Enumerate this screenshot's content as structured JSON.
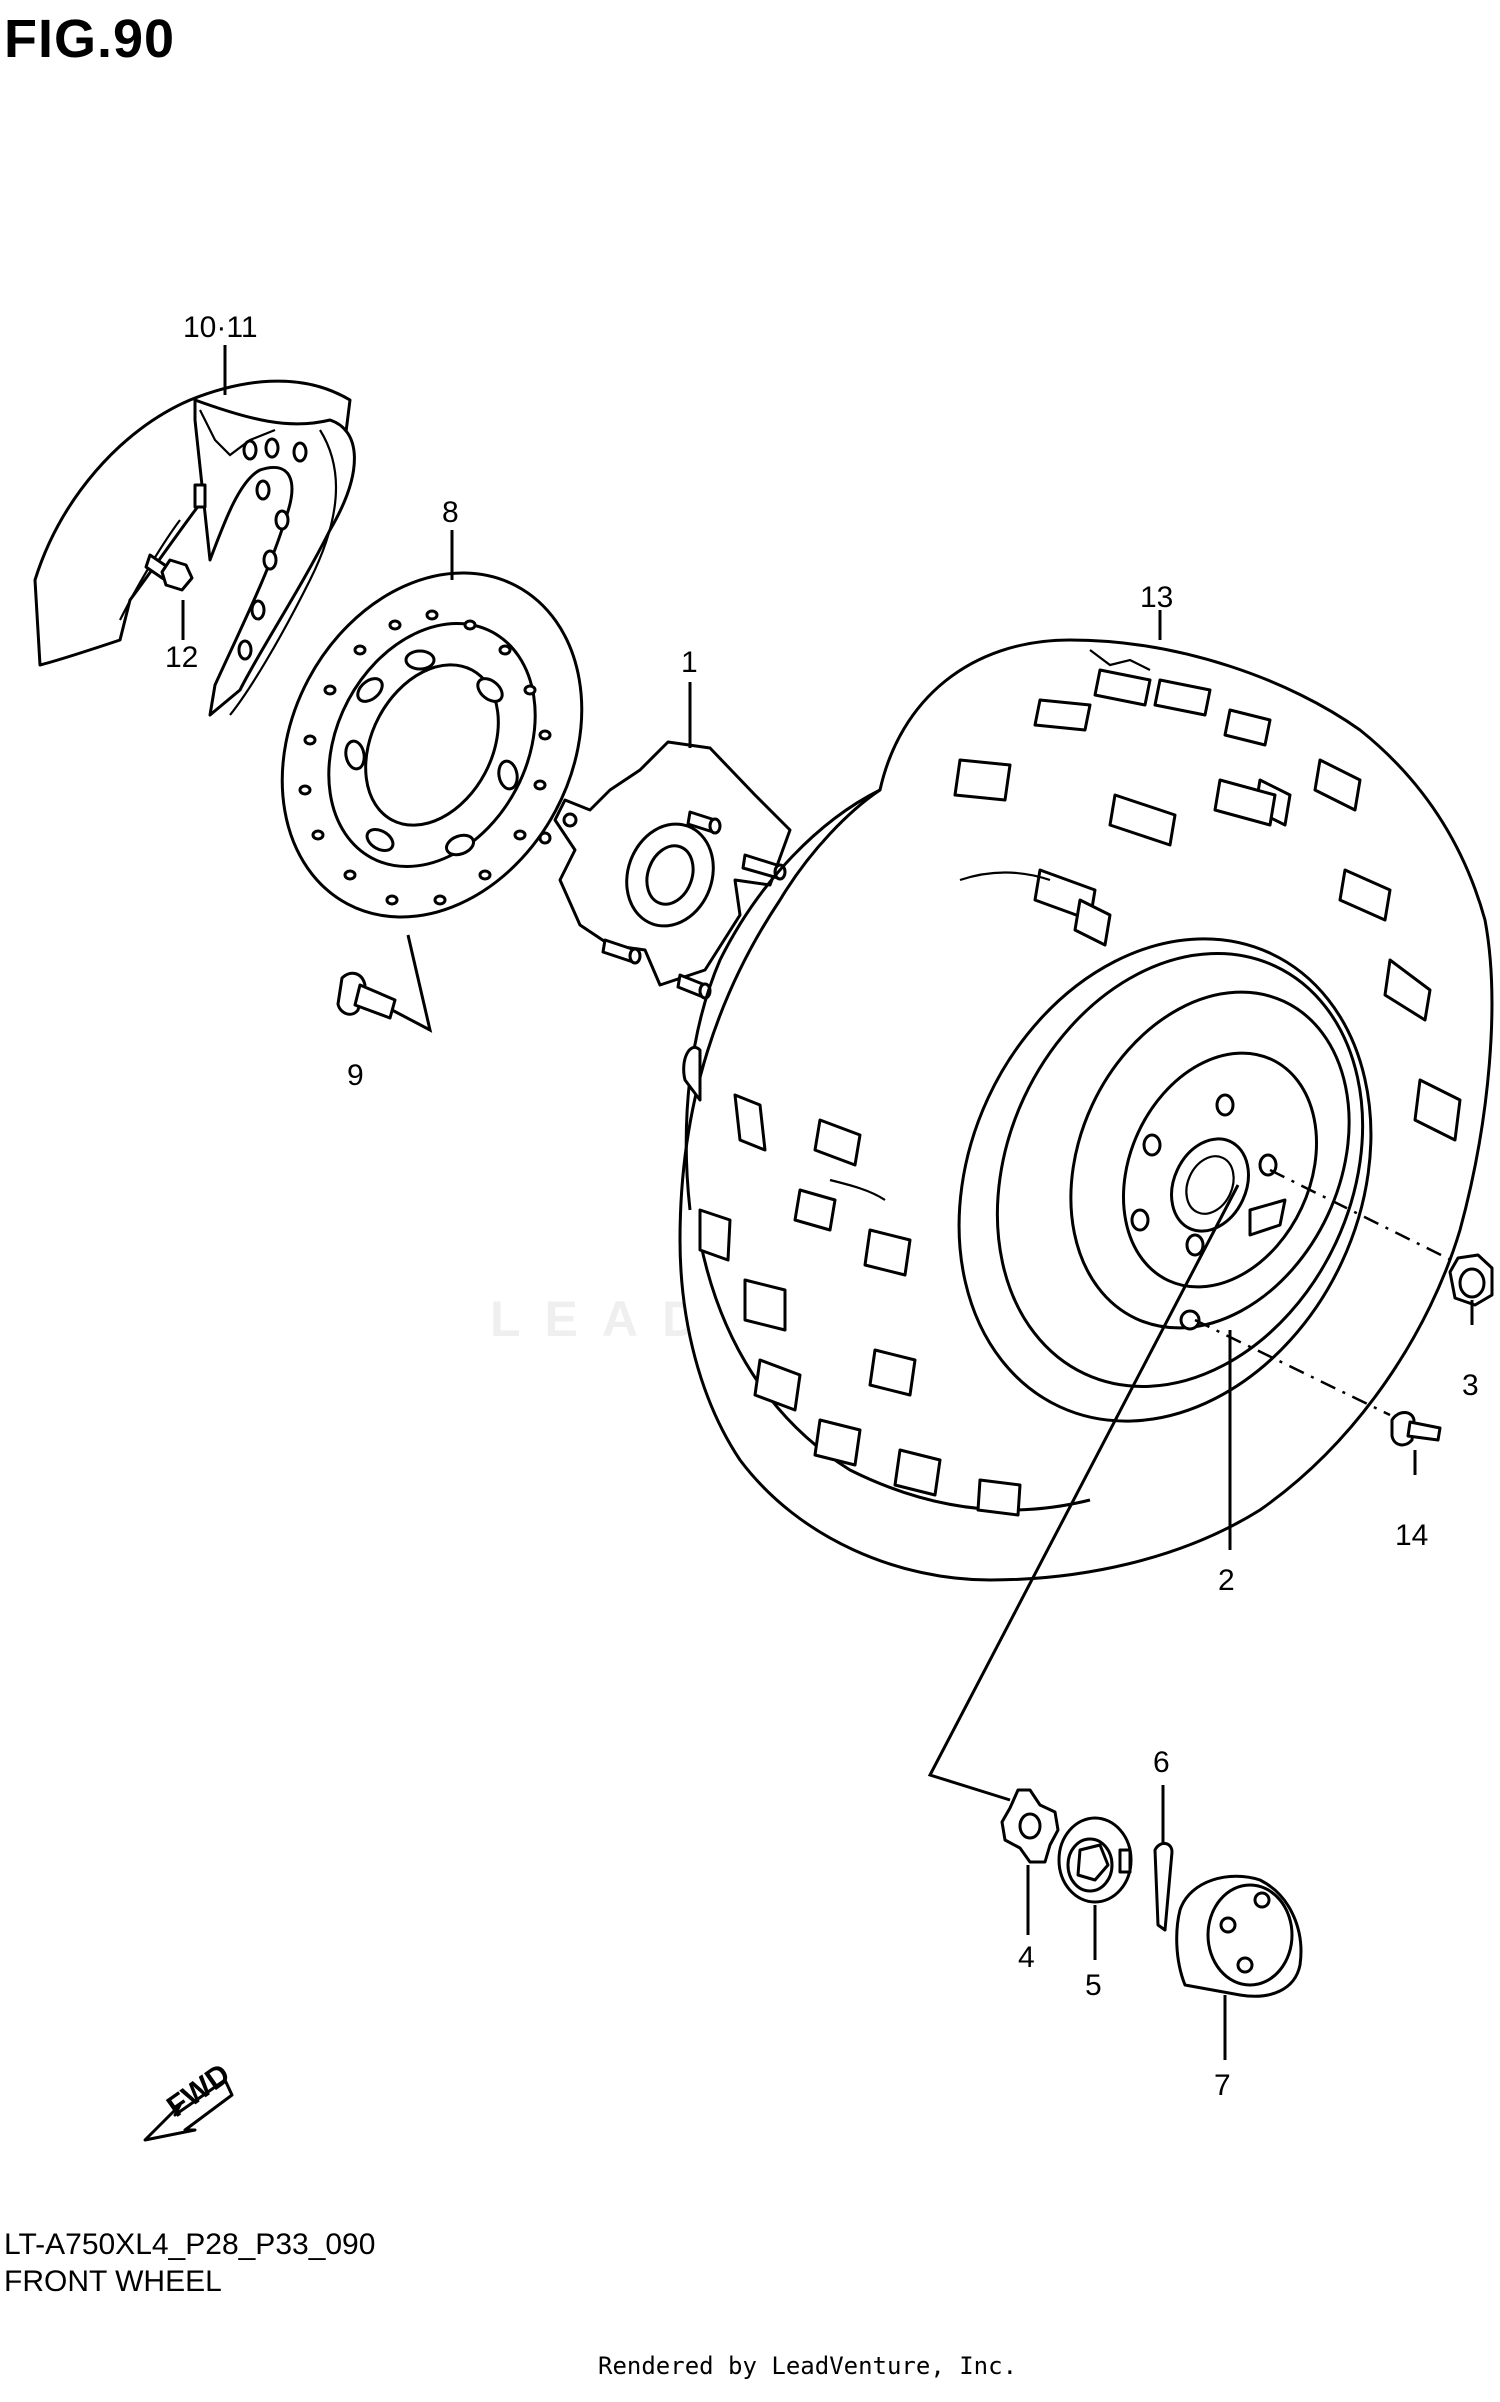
{
  "figure": {
    "title": "FIG.90",
    "diagram_code": "LT-A750XL4_P28_P33_090",
    "caption": "FRONT WHEEL",
    "credit": "Rendered by LeadVenture, Inc.",
    "watermark": "LEADVENTURE",
    "fwd_label": "FWD"
  },
  "callouts": [
    {
      "id": "c1",
      "label": "1"
    },
    {
      "id": "c2",
      "label": "2"
    },
    {
      "id": "c3",
      "label": "3"
    },
    {
      "id": "c4",
      "label": "4"
    },
    {
      "id": "c5",
      "label": "5"
    },
    {
      "id": "c6",
      "label": "6"
    },
    {
      "id": "c7",
      "label": "7"
    },
    {
      "id": "c8",
      "label": "8"
    },
    {
      "id": "c9",
      "label": "9"
    },
    {
      "id": "c1011",
      "label": "10·11"
    },
    {
      "id": "c12",
      "label": "12"
    },
    {
      "id": "c13",
      "label": "13"
    },
    {
      "id": "c14",
      "label": "14"
    }
  ]
}
